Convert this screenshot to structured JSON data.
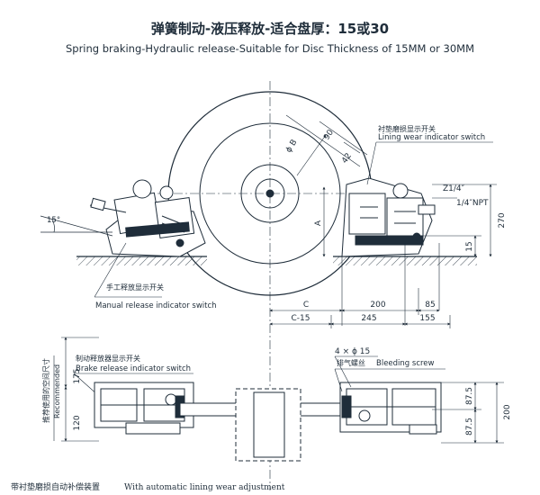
{
  "title": {
    "chinese": "弹簧制动-液压释放-适合盘厚：15或30",
    "english": "Spring braking-Hydraulic release-Suitable for Disc Thickness of 15MM or 30MM"
  },
  "callouts": {
    "lining_wear_cn": "衬垫磨损显示开关",
    "lining_wear_en": "Lining wear indicator switch",
    "manual_release_cn": "手工释放显示开关",
    "manual_release_en": "Manual release indicator switch",
    "brake_release_cn": "制动释放器显示开关",
    "brake_release_en": "Brake release indicator switch",
    "bleeding_cn": "排气螺丝",
    "bleeding_en": "Bleeding screw",
    "holes": "4 × ϕ 15",
    "recommended_cn": "推荐使用的空间尺寸",
    "recommended_en": "Recommended"
  },
  "dimensions": {
    "angle": "15°",
    "phi_b": "ϕ B",
    "d90": "90",
    "d42": "42",
    "z14": "Z1/4″",
    "npt": "1/4″NPT",
    "a": "A",
    "d270": "270",
    "d15": "15",
    "c": "C",
    "d200": "200",
    "d85": "85",
    "c_minus_15": "C-15",
    "d245": "245",
    "d155": "155",
    "d175": "175",
    "d120": "120",
    "d87_5_top": "87.5",
    "d87_5_bottom": "87.5",
    "d200_side": "200"
  },
  "footer": {
    "chinese": "带衬垫磨损自动补偿装置",
    "english": "With automatic lining wear adjustment"
  },
  "colors": {
    "ink": "#1f2d3a",
    "body": "#ffffff"
  }
}
